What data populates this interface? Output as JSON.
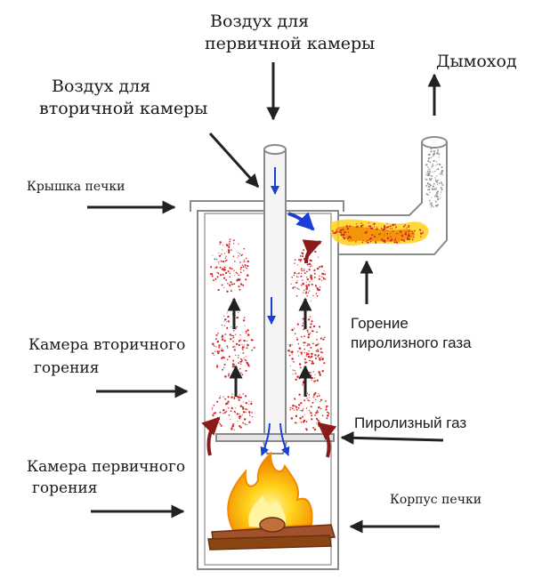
{
  "labels": {
    "air_primary_line1": "Воздух для",
    "air_primary_line2": "первичной камеры",
    "air_secondary_line1": "Воздух для",
    "air_secondary_line2": "вторичной камеры",
    "chimney": "Дымоход",
    "lid": "Крышка печки",
    "pyro_burn_line1": "Горение",
    "pyro_burn_line2": "пиролизного газа",
    "secondary_chamber_line1": "Камера вторичного",
    "secondary_chamber_line2": "горения",
    "pyro_gas": "Пиролизный газ",
    "primary_chamber_line1": "Камера первичного",
    "primary_chamber_line2": "горения",
    "body": "Корпус печки"
  },
  "colors": {
    "outline": "#8a8a8a",
    "arrow": "#222222",
    "air_flow": "#1a3fd6",
    "gas_flow": "#8b1a1a",
    "flame_orange": "#f28a00",
    "flame_yellow": "#ffd21a",
    "wood": "#a0522d",
    "particles": "#d22a2a"
  },
  "icons": [
    "fire-icon",
    "firewood-icon",
    "arrow-icon"
  ]
}
